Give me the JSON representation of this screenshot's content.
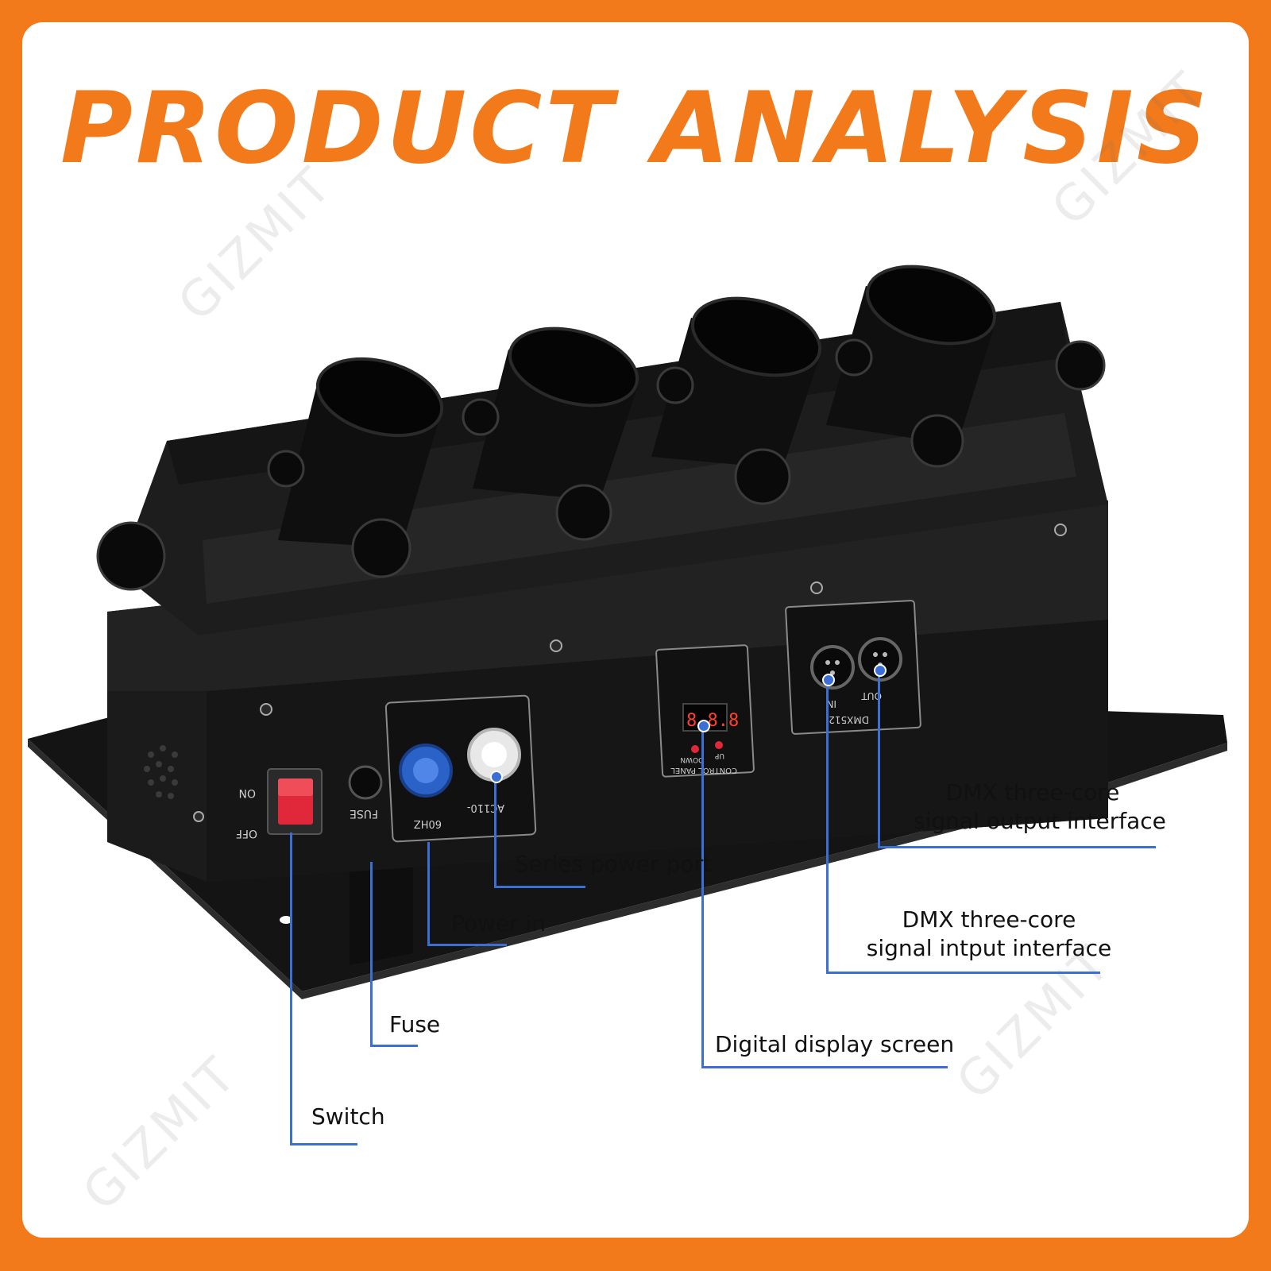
{
  "title": "PRODUCT ANALYSIS",
  "watermark": "GIZMIT",
  "colors": {
    "frame": "#f27a1a",
    "title": "#f27a1a",
    "leader_line": "#3b6fd6",
    "device_body": "#1a1a1a",
    "switch": "#e0283a",
    "power_in_connector": "#2a62c8",
    "series_connector": "#e8e8e8"
  },
  "device": {
    "switch_on": "ON",
    "switch_off": "OFF",
    "fuse": "FUSE",
    "power_rating": "AC110-",
    "frequency": "60HZ",
    "display_digits": "8.8.8",
    "panel_label": "CONTROL PANEL",
    "down_button": "DOWN",
    "up_button": "UP",
    "dmx_in": "IN",
    "dmx_out": "OUT",
    "dmx_model": "DMX512"
  },
  "callouts": {
    "dmx_output_line1": "DMX three-core",
    "dmx_output_line2": "signal output interface",
    "series_power": "Series power port",
    "power_in": "Power in",
    "dmx_input_line1": "DMX three-core",
    "dmx_input_line2": "signal intput interface",
    "fuse": "Fuse",
    "display": "Digital display screen",
    "switch": "Switch"
  },
  "icons": [
    "mounting-knob-icon",
    "launcher-tube-icon",
    "xlr-connector-icon",
    "power-connector-icon",
    "rocker-switch-icon"
  ]
}
